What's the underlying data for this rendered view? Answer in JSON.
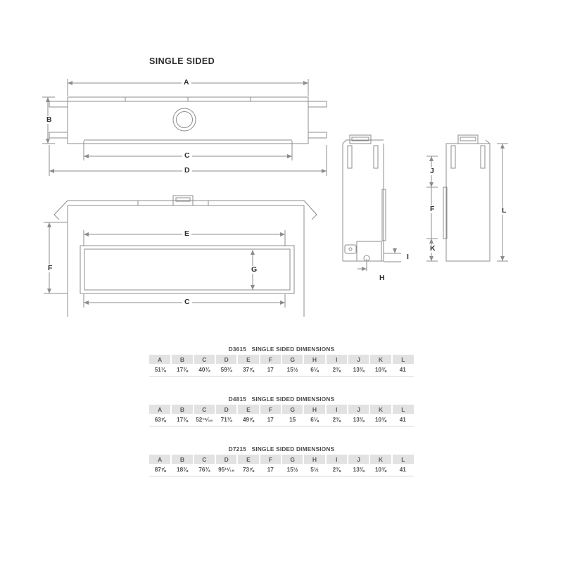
{
  "page": {
    "title": "SINGLE SIDED"
  },
  "drawings": {
    "top_view": {
      "name": "top-view",
      "dimension_labels": [
        "A",
        "B",
        "C",
        "D"
      ]
    },
    "front_view": {
      "name": "front-view",
      "dimension_labels": [
        "E",
        "F",
        "G",
        "C"
      ]
    },
    "side_section_view": {
      "name": "side-section-view",
      "dimension_labels": [
        "H",
        "I"
      ]
    },
    "side_elevation_view": {
      "name": "side-elevation-view",
      "dimension_labels": [
        "J",
        "F",
        "K",
        "L"
      ]
    }
  },
  "tables": [
    {
      "title": "D3615   SINGLE SIDED DIMENSIONS",
      "model": "D3615",
      "headers": [
        "A",
        "B",
        "C",
        "D",
        "E",
        "F",
        "G",
        "H",
        "I",
        "J",
        "K",
        "L"
      ],
      "values": [
        "51⅛",
        "17⅜",
        "40¾",
        "59¾",
        "37⅞",
        "17",
        "15½",
        "6⅛",
        "2⅜",
        "13⅜",
        "10⅜",
        "41"
      ]
    },
    {
      "title": "D4815   SINGLE SIDED DIMENSIONS",
      "model": "D4815",
      "headers": [
        "A",
        "B",
        "C",
        "D",
        "E",
        "F",
        "G",
        "H",
        "I",
        "J",
        "K",
        "L"
      ],
      "values": [
        "63⅞",
        "17⅜",
        "52¹⁵⁄₁₆",
        "71¾",
        "49⅞",
        "17",
        "15",
        "6⅛",
        "2⅜",
        "13⅜",
        "10⅜",
        "41"
      ]
    },
    {
      "title": "D7215   SINGLE SIDED DIMENSIONS",
      "model": "D7215",
      "headers": [
        "A",
        "B",
        "C",
        "D",
        "E",
        "F",
        "G",
        "H",
        "I",
        "J",
        "K",
        "L"
      ],
      "values": [
        "87⅞",
        "18⅜",
        "76¾",
        "95¹¹⁄₁₆",
        "73⅞",
        "17",
        "15½",
        "5½",
        "2⅜",
        "13⅜",
        "10⅜",
        "41"
      ]
    }
  ],
  "colors": {
    "line": "#8c8c8c",
    "text": "#3f3f3f",
    "header_bg": "#e2e2e2",
    "title": "#2b2b2b"
  }
}
